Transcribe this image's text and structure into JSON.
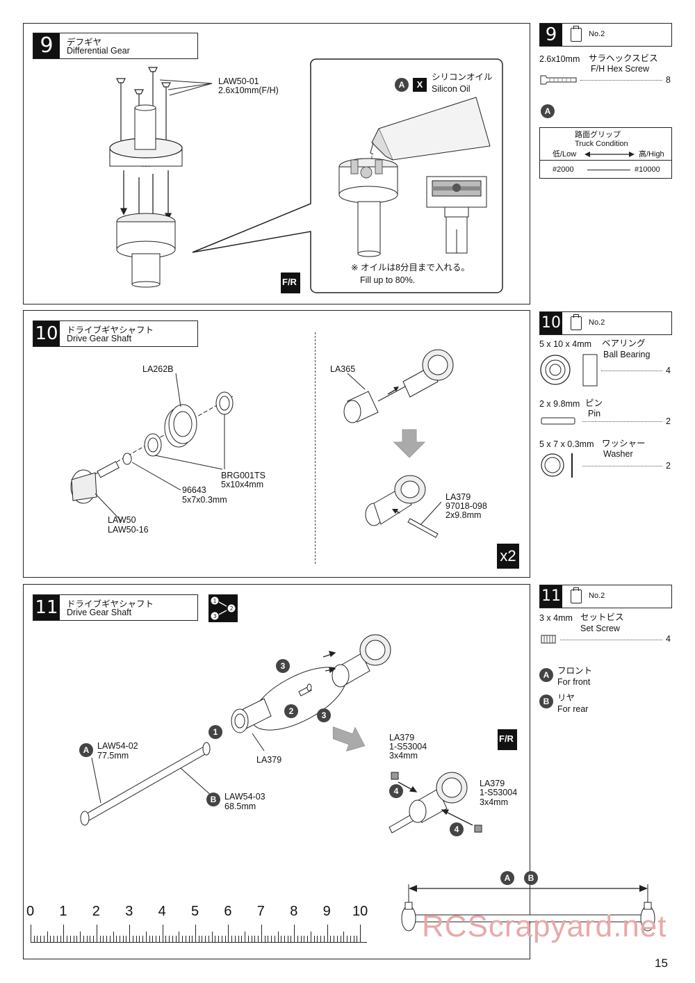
{
  "page_number": "15",
  "watermark": "RCScrapyard.net",
  "step9": {
    "number": "9",
    "title_jp": "デフギヤ",
    "title_en": "Differential Gear",
    "screw_label_1": "LAW50-01",
    "screw_label_2": "2.6x10mm(F/H)",
    "oil_label_jp": "シリコンオイル",
    "oil_label_en": "Silicon Oil",
    "fill_note_jp": "※ オイルは8分目まで入れる。",
    "fill_note_en": "Fill up to 80%.",
    "fr_badge": "F/R"
  },
  "side9": {
    "number": "9",
    "bag": "No.2",
    "part_size": "2.6x10mm",
    "part_jp": "サラヘックスビス",
    "part_en": "F/H Hex Screw",
    "part_qty": "8",
    "badge": "A",
    "grip_jp": "路面グリップ",
    "grip_en": "Truck Condition",
    "low": "低/Low",
    "high": "高/High",
    "oil_low": "#2000",
    "oil_high": "#10000"
  },
  "step10": {
    "number": "10",
    "title_jp": "ドライブギヤシャフト",
    "title_en": "Drive Gear Shaft",
    "la262b": "LA262B",
    "brg_1": "BRG001TS",
    "brg_2": "5x10x4mm",
    "washer_1": "96643",
    "washer_2": "5x7x0.3mm",
    "gear_1": "LAW50",
    "gear_2": "LAW50-16",
    "la365": "LA365",
    "pin_1": "LA379",
    "pin_2": "97018-098",
    "pin_3": "2x9.8mm",
    "times": "x2"
  },
  "side10": {
    "number": "10",
    "bag": "No.2",
    "items": [
      {
        "size": "5 x 10 x 4mm",
        "jp": "ベアリング",
        "en": "Ball Bearing",
        "qty": "4"
      },
      {
        "size": "2 x 9.8mm",
        "jp": "ピン",
        "en": "Pin",
        "qty": "2"
      },
      {
        "size": "5 x 7 x 0.3mm",
        "jp": "ワッシャー",
        "en": "Washer",
        "qty": "2"
      }
    ]
  },
  "step11": {
    "number": "11",
    "title_jp": "ドライブギヤシャフト",
    "title_en": "Drive Gear Shaft",
    "shaft_a_1": "LAW54-02",
    "shaft_a_2": "77.5mm",
    "shaft_b_1": "LAW54-03",
    "shaft_b_2": "68.5mm",
    "la379": "LA379",
    "screw_a_1": "LA379",
    "screw_a_2": "1-S53004",
    "screw_a_3": "3x4mm",
    "screw_b_1": "LA379",
    "screw_b_2": "1-S53004",
    "screw_b_3": "3x4mm",
    "fr_badge": "F/R",
    "ruler": [
      "0",
      "1",
      "2",
      "3",
      "4",
      "5",
      "6",
      "7",
      "8",
      "9",
      "10"
    ]
  },
  "side11": {
    "number": "11",
    "bag": "No.2",
    "part_size": "3 x 4mm",
    "part_jp": "セットビス",
    "part_en": "Set Screw",
    "part_qty": "4",
    "front_jp": "フロント",
    "front_en": "For front",
    "rear_jp": "リヤ",
    "rear_en": "For rear"
  }
}
